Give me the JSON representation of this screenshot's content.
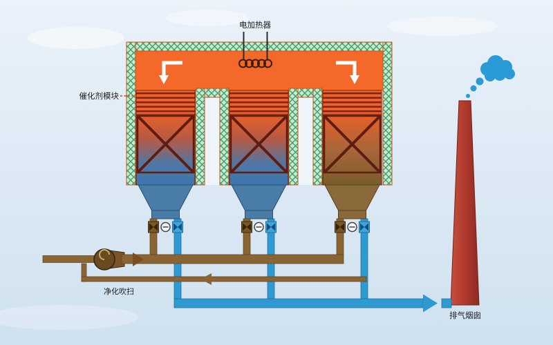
{
  "diagram": {
    "labels": {
      "heater": "电加热器",
      "catalyst_module": "催化剂模块",
      "purge": "净化吹扫",
      "stack": "排气烟囱"
    },
    "colors": {
      "sky_top": "#eaf2fa",
      "sky_bottom": "#cfe1ef",
      "chamber_orange": "#f4682a",
      "insulation_green": "#c9ead0",
      "insulation_hatch_line": "#3da06a",
      "catalyst_stripe_dark": "#7c2418",
      "bed_cold_blue": "#3d77ad",
      "bed_desorb_brown": "#7a5c2c",
      "pipe_dirty_brown": "#8a6433",
      "pipe_clean_blue": "#2f9ad2",
      "stack_red": "#b03a2e",
      "smoke_blue": "#2b9bd8",
      "flow_arrow_white": "#ffffff"
    }
  }
}
